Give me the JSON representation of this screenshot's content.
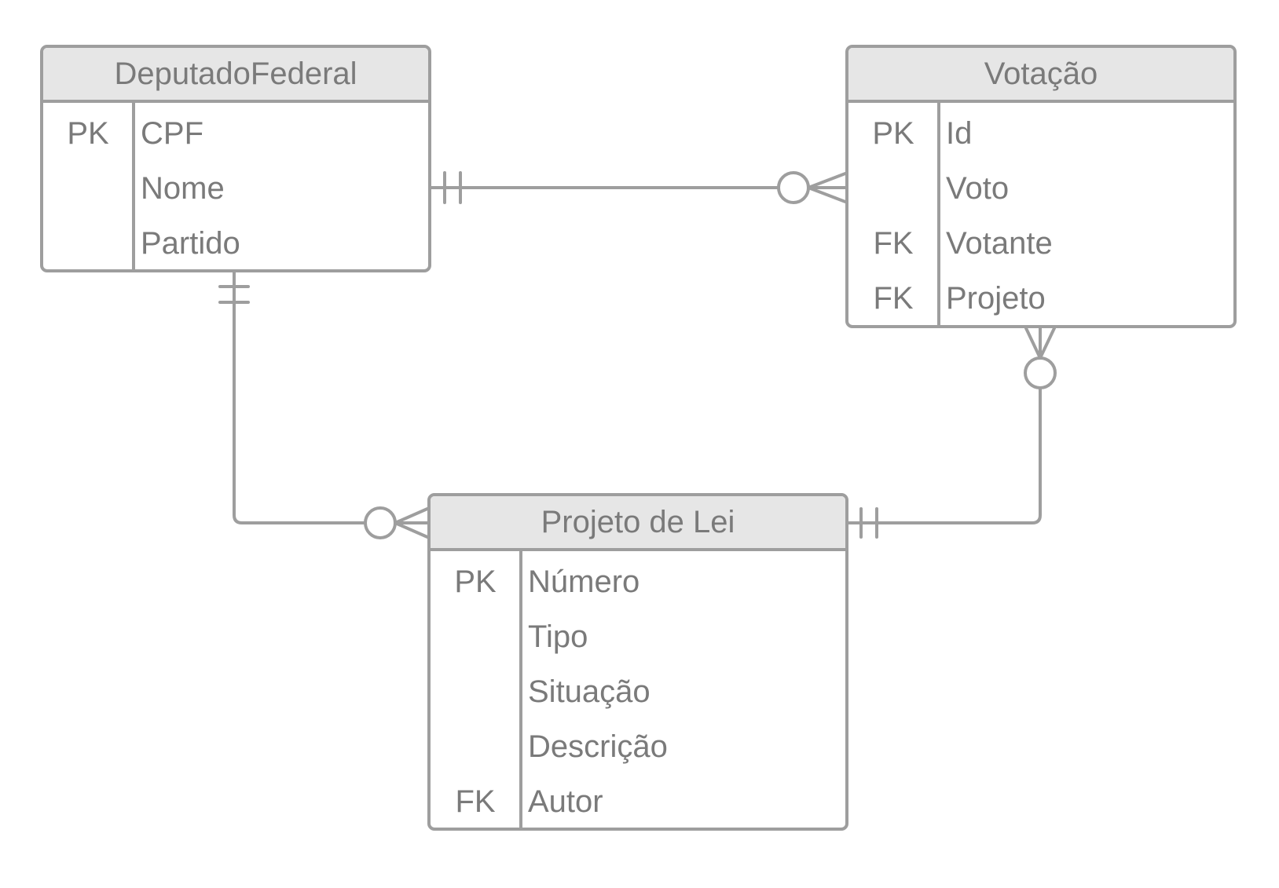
{
  "entities": {
    "deputado": {
      "title": "DeputadoFederal",
      "rows": [
        {
          "key": "PK",
          "name": "CPF"
        },
        {
          "key": "",
          "name": "Nome"
        },
        {
          "key": "",
          "name": "Partido"
        }
      ]
    },
    "votacao": {
      "title": "Votação",
      "rows": [
        {
          "key": "PK",
          "name": "Id"
        },
        {
          "key": "",
          "name": "Voto"
        },
        {
          "key": "FK",
          "name": "Votante"
        },
        {
          "key": "FK",
          "name": "Projeto"
        }
      ]
    },
    "projeto": {
      "title": "Projeto de Lei",
      "rows": [
        {
          "key": "PK",
          "name": "Número"
        },
        {
          "key": "",
          "name": "Tipo"
        },
        {
          "key": "",
          "name": "Situação"
        },
        {
          "key": "",
          "name": "Descrição"
        },
        {
          "key": "FK",
          "name": "Autor"
        }
      ]
    }
  },
  "relationships": [
    {
      "from": "DeputadoFederal",
      "to": "Votação",
      "from_cardinality": "exactly-one",
      "to_cardinality": "zero-or-many"
    },
    {
      "from": "DeputadoFederal",
      "to": "Projeto de Lei",
      "from_cardinality": "exactly-one",
      "to_cardinality": "zero-or-many"
    },
    {
      "from": "Projeto de Lei",
      "to": "Votação",
      "from_cardinality": "exactly-one",
      "to_cardinality": "zero-or-many"
    }
  ],
  "colors": {
    "stroke": "#9e9e9e",
    "header_fill": "#e6e6e6",
    "text": "#7a7a7a",
    "background": "#ffffff"
  }
}
